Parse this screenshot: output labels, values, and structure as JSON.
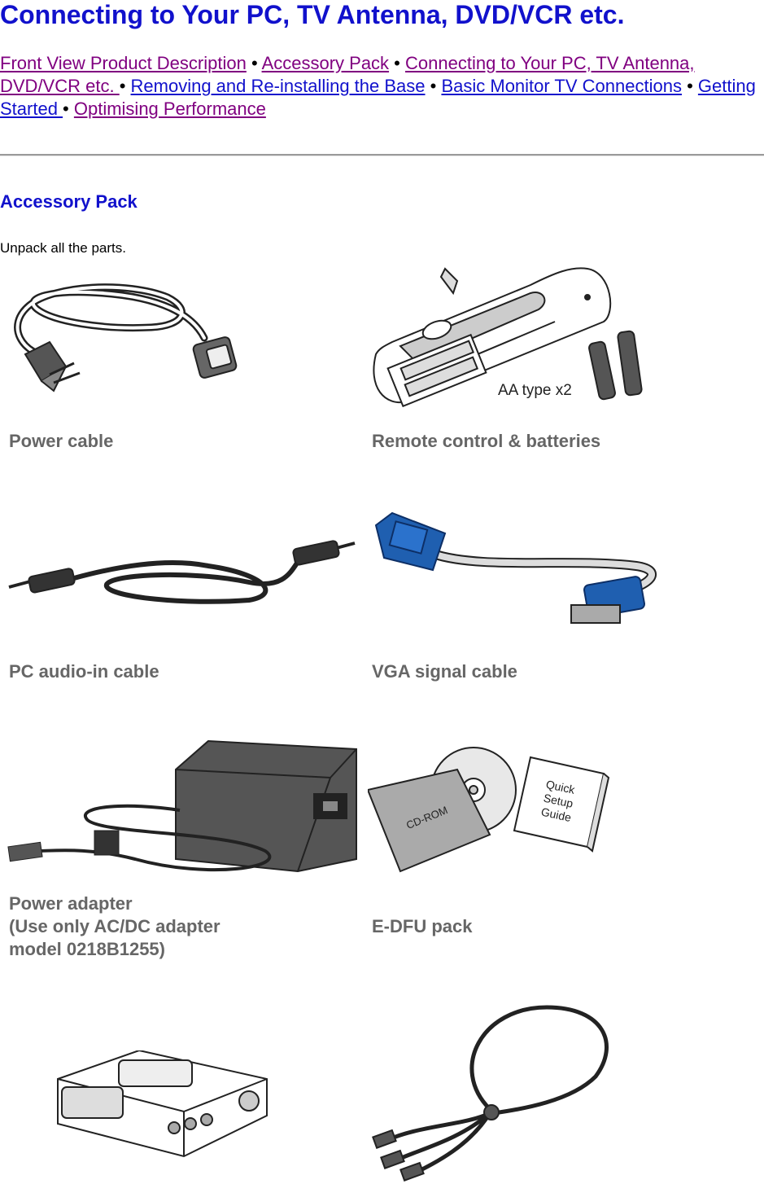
{
  "page_title": "Connecting to Your PC, TV Antenna, DVD/VCR etc.",
  "nav": {
    "links": [
      {
        "label": "Front View Product Description",
        "visited": true
      },
      {
        "label": "Accessory Pack",
        "visited": true
      },
      {
        "label": "Connecting to Your PC, TV Antenna, DVD/VCR etc. ",
        "visited": true
      },
      {
        "label": "Removing and Re-installing the Base",
        "visited": false
      },
      {
        "label": "Basic Monitor TV Connections",
        "visited": false
      },
      {
        "label": "Getting Started ",
        "visited": false
      },
      {
        "label": "Optimising Performance",
        "visited": true
      }
    ],
    "separator": " • "
  },
  "section": {
    "title": "Accessory Pack",
    "intro": "Unpack all the parts."
  },
  "items": {
    "power_cable": "Power cable",
    "remote": "Remote control & batteries",
    "remote_battery_label": "AA type x2",
    "audio_cable": "PC audio-in cable",
    "vga_cable": "VGA signal cable",
    "power_adapter": [
      "Power adapter",
      "(Use only AC/DC adapter",
      "model 0218B1255)"
    ],
    "edfu_pack": "E-DFU pack",
    "cdrom_label": "CD-ROM",
    "guide_label": [
      "Quick",
      "Setup",
      "Guide"
    ]
  },
  "colors": {
    "title": "#1111cc",
    "link_visited": "#800080",
    "link_unvisited": "#1111cc",
    "caption": "#666666",
    "vga_connector": "#1f5fb0"
  }
}
